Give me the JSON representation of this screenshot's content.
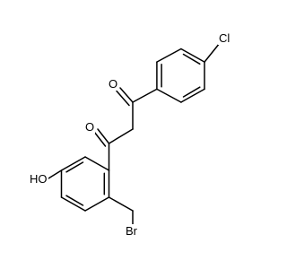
{
  "molecule": {
    "atoms": {
      "chlorine": "Cl",
      "ketone_oxygen_1": "O",
      "ketone_oxygen_2": "O",
      "hydroxyl": "HO",
      "bromine": "Br"
    },
    "colors": {
      "bond": "#000000",
      "label": "#000000",
      "background": "#ffffff"
    }
  }
}
